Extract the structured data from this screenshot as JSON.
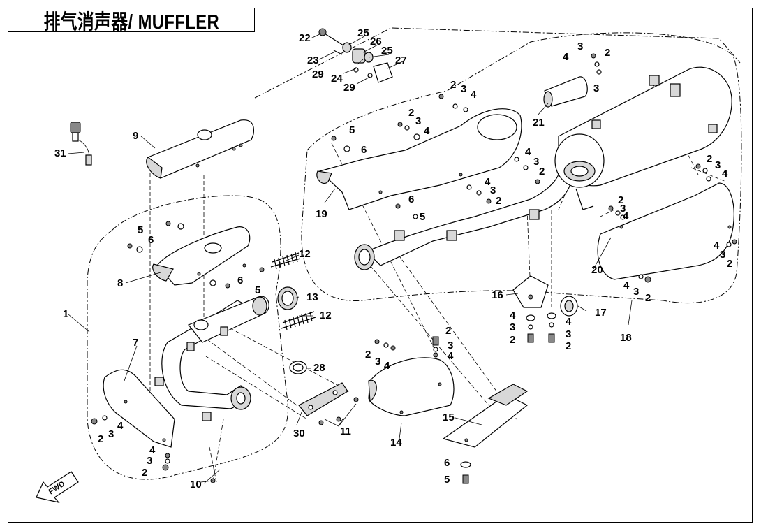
{
  "header": {
    "title": "排气消声器/ MUFFLER"
  },
  "direction_arrow": {
    "label": "FWD"
  },
  "callouts": {
    "p1": "1",
    "p2": "2",
    "p3": "3",
    "p4": "4",
    "p5": "5",
    "p6": "6",
    "p7": "7",
    "p8": "8",
    "p9": "9",
    "p10": "10",
    "p11": "11",
    "p12": "12",
    "p13": "13",
    "p14": "14",
    "p15": "15",
    "p16": "16",
    "p17": "17",
    "p18": "18",
    "p19": "19",
    "p20": "20",
    "p21": "21",
    "p22": "22",
    "p23": "23",
    "p24": "24",
    "p25": "25",
    "p26": "26",
    "p27": "27",
    "p28": "28",
    "p29": "29",
    "p30": "30",
    "p31": "31"
  }
}
